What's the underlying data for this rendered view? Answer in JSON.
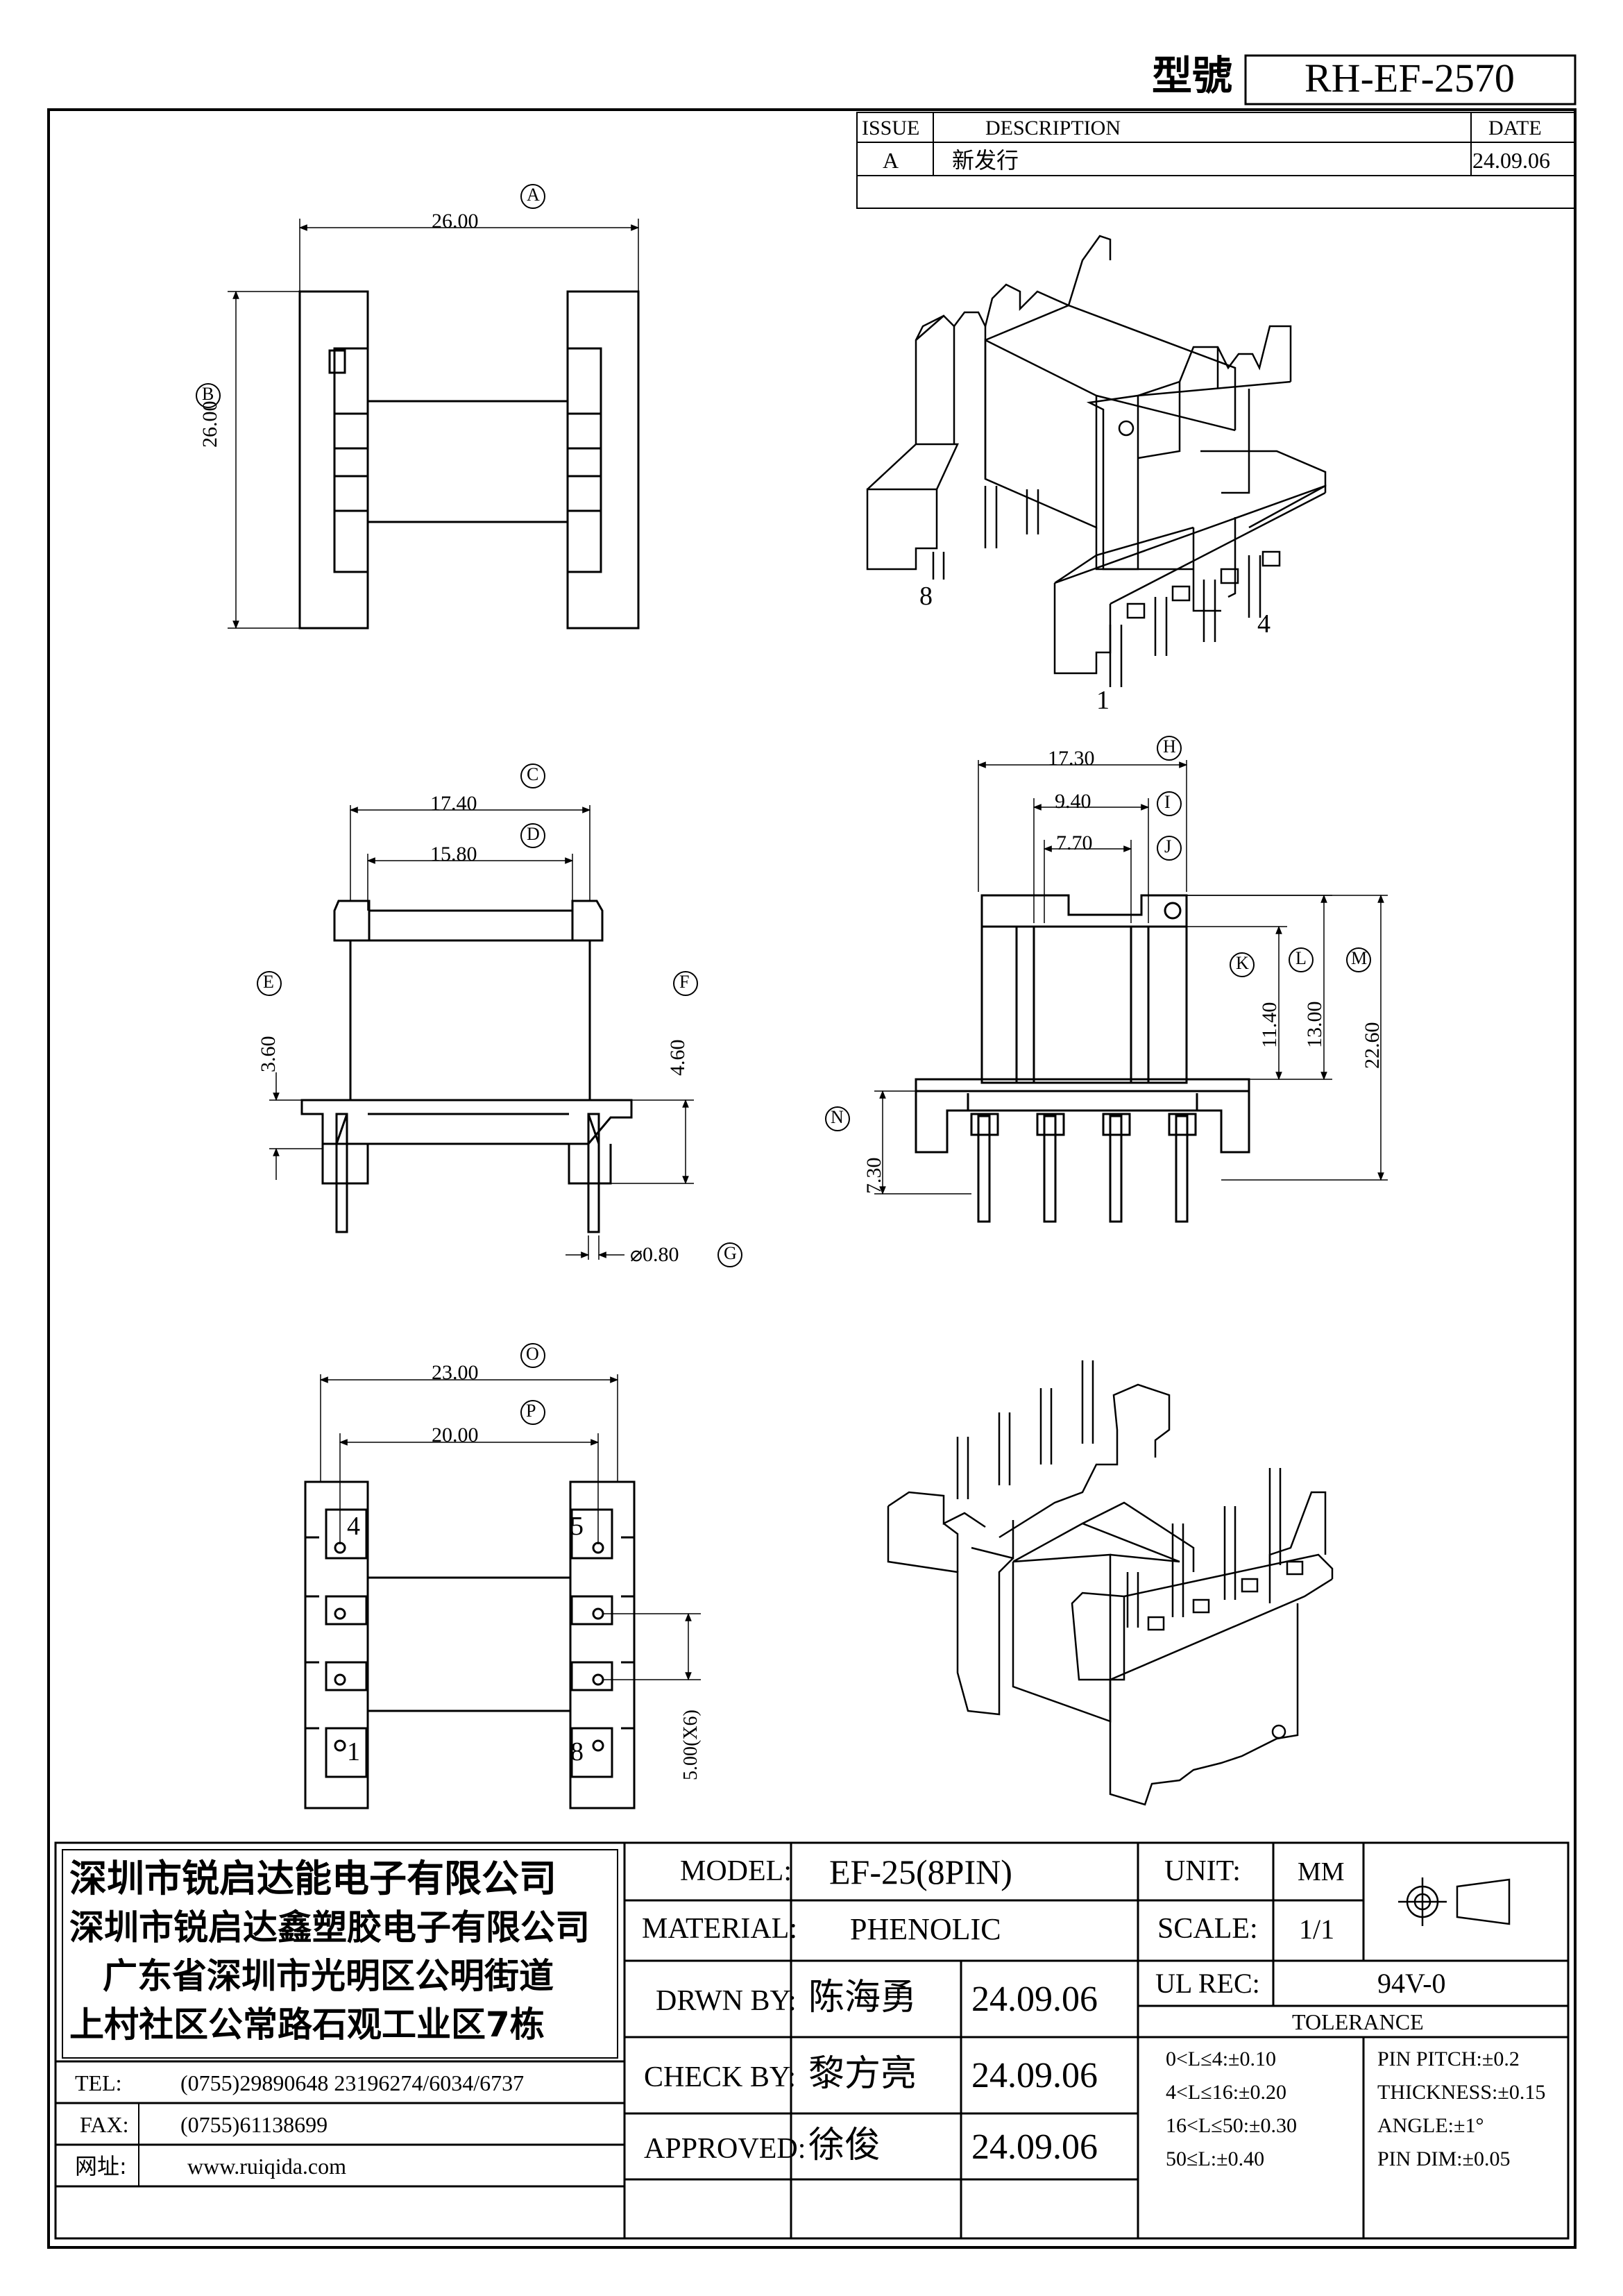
{
  "header": {
    "model_label": "型號",
    "model_value": "RH-EF-2570"
  },
  "revision": {
    "headers": [
      "ISSUE",
      "DESCRIPTION",
      "DATE"
    ],
    "rows": [
      {
        "issue": "A",
        "description": "新发行",
        "date": "24.09.06"
      }
    ]
  },
  "views": {
    "top": {
      "label_a": "A",
      "dim_a": "26.00",
      "label_b": "B",
      "dim_b": "26.00"
    },
    "iso_top": {
      "pin_8": "8",
      "pin_4": "4",
      "pin_1": "1"
    },
    "front": {
      "label_c": "C",
      "dim_c": "17.40",
      "label_d": "D",
      "dim_d": "15.80",
      "label_e": "E",
      "dim_e": "3.60",
      "label_f": "F",
      "dim_f": "4.60",
      "label_g": "G",
      "dim_g": "⌀0.80"
    },
    "side": {
      "label_h": "H",
      "dim_h": "17.30",
      "label_i": "I",
      "dim_i": "9.40",
      "label_j": "J",
      "dim_j": "7.70",
      "label_k": "K",
      "dim_k": "11.40",
      "label_l": "L",
      "dim_l": "13.00",
      "label_m": "M",
      "dim_m": "22.60",
      "label_n": "N",
      "dim_n": "7.30"
    },
    "bottom": {
      "label_o": "O",
      "dim_o": "23.00",
      "label_p": "P",
      "dim_p": "20.00",
      "pin_4": "4",
      "pin_5": "5",
      "pin_1": "1",
      "pin_8": "8",
      "dim_pitch": "5.00(X6)"
    }
  },
  "company": {
    "lines": [
      "深圳市锐启达能电子有限公司",
      "深圳市锐启达鑫塑胶电子有限公司",
      "广东省深圳市光明区公明街道",
      "上村社区公常路石观工业区7栋"
    ],
    "tel_label": "TEL:",
    "tel_value": "(0755)29890648   23196274/6034/6737",
    "fax_label": "FAX:",
    "fax_value": "(0755)61138699",
    "web_label": "网址:",
    "web_value": "www.ruiqida.com"
  },
  "titleblock": {
    "model_label": "MODEL:",
    "model_value": "EF-25(8PIN)",
    "material_label": "MATERIAL:",
    "material_value": "PHENOLIC",
    "drawn_label": "DRWN BY:",
    "drawn_name": "陈海勇",
    "drawn_date": "24.09.06",
    "check_label": "CHECK BY:",
    "check_name": "黎方亮",
    "check_date": "24.09.06",
    "approved_label": "APPROVED:",
    "approved_name": "徐俊",
    "approved_date": "24.09.06",
    "unit_label": "UNIT:",
    "unit_value": "MM",
    "scale_label": "SCALE:",
    "scale_value": "1/1",
    "ul_label": "UL REC:",
    "ul_value": "94V-0",
    "tolerance_label": "TOLERANCE",
    "tol_left": [
      "0<L≤4:±0.10",
      "4<L≤16:±0.20",
      "16<L≤50:±0.30",
      "50≤L:±0.40"
    ],
    "tol_right": [
      "PIN PITCH:±0.2",
      "THICKNESS:±0.15",
      "ANGLE:±1°",
      "PIN DIM:±0.05"
    ]
  }
}
